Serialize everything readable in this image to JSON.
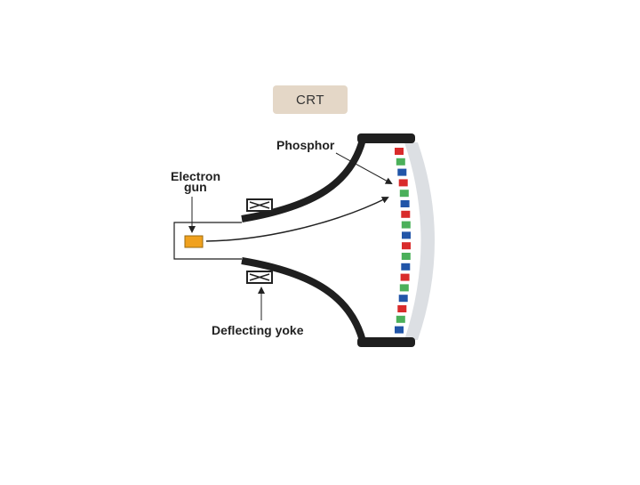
{
  "diagram": {
    "title": "CRT",
    "labels": {
      "phosphor": "Phosphor",
      "electron_gun_line1": "Electron",
      "electron_gun_line2": "gun",
      "deflecting_yoke": "Deflecting yoke"
    }
  },
  "phosphor_strip": {
    "dot_colors": [
      "red",
      "green",
      "blue"
    ],
    "dot_count": 18
  },
  "colors": {
    "red": "#d92b2b",
    "green": "#4bb05a",
    "blue": "#2155a8",
    "tube": "#1f1f1f",
    "electron_gun": "#f0a11e",
    "screen": "#dcdfe3",
    "title_bg": "#e4d7c7"
  }
}
